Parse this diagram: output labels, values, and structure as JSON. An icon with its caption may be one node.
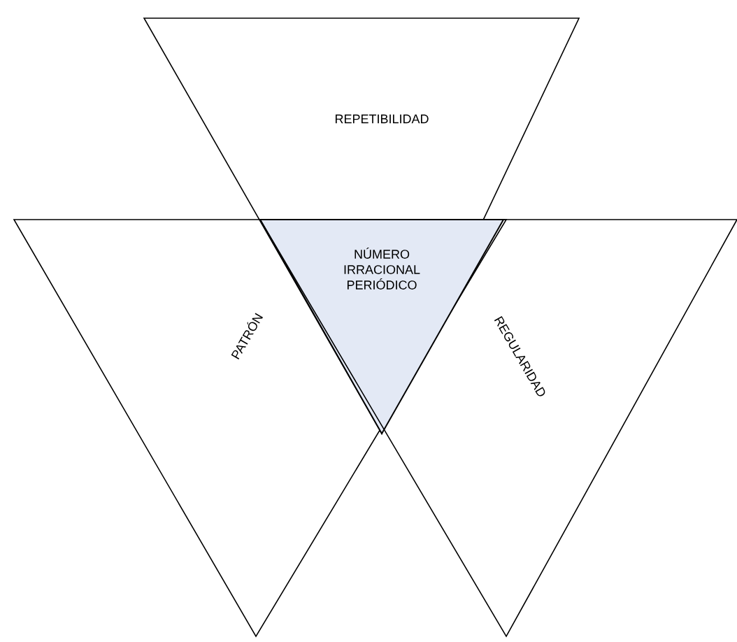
{
  "diagram": {
    "nodes": [
      {
        "text": [
          "REPETIBILIDAD"
        ]
      },
      {
        "text": [
          "PATRÓN"
        ]
      },
      {
        "text": [
          "NÚMERO IRRACIONAL PERIÓDICO"
        ]
      },
      {
        "text": [
          "REGULARIDAD"
        ]
      }
    ]
  }
}
